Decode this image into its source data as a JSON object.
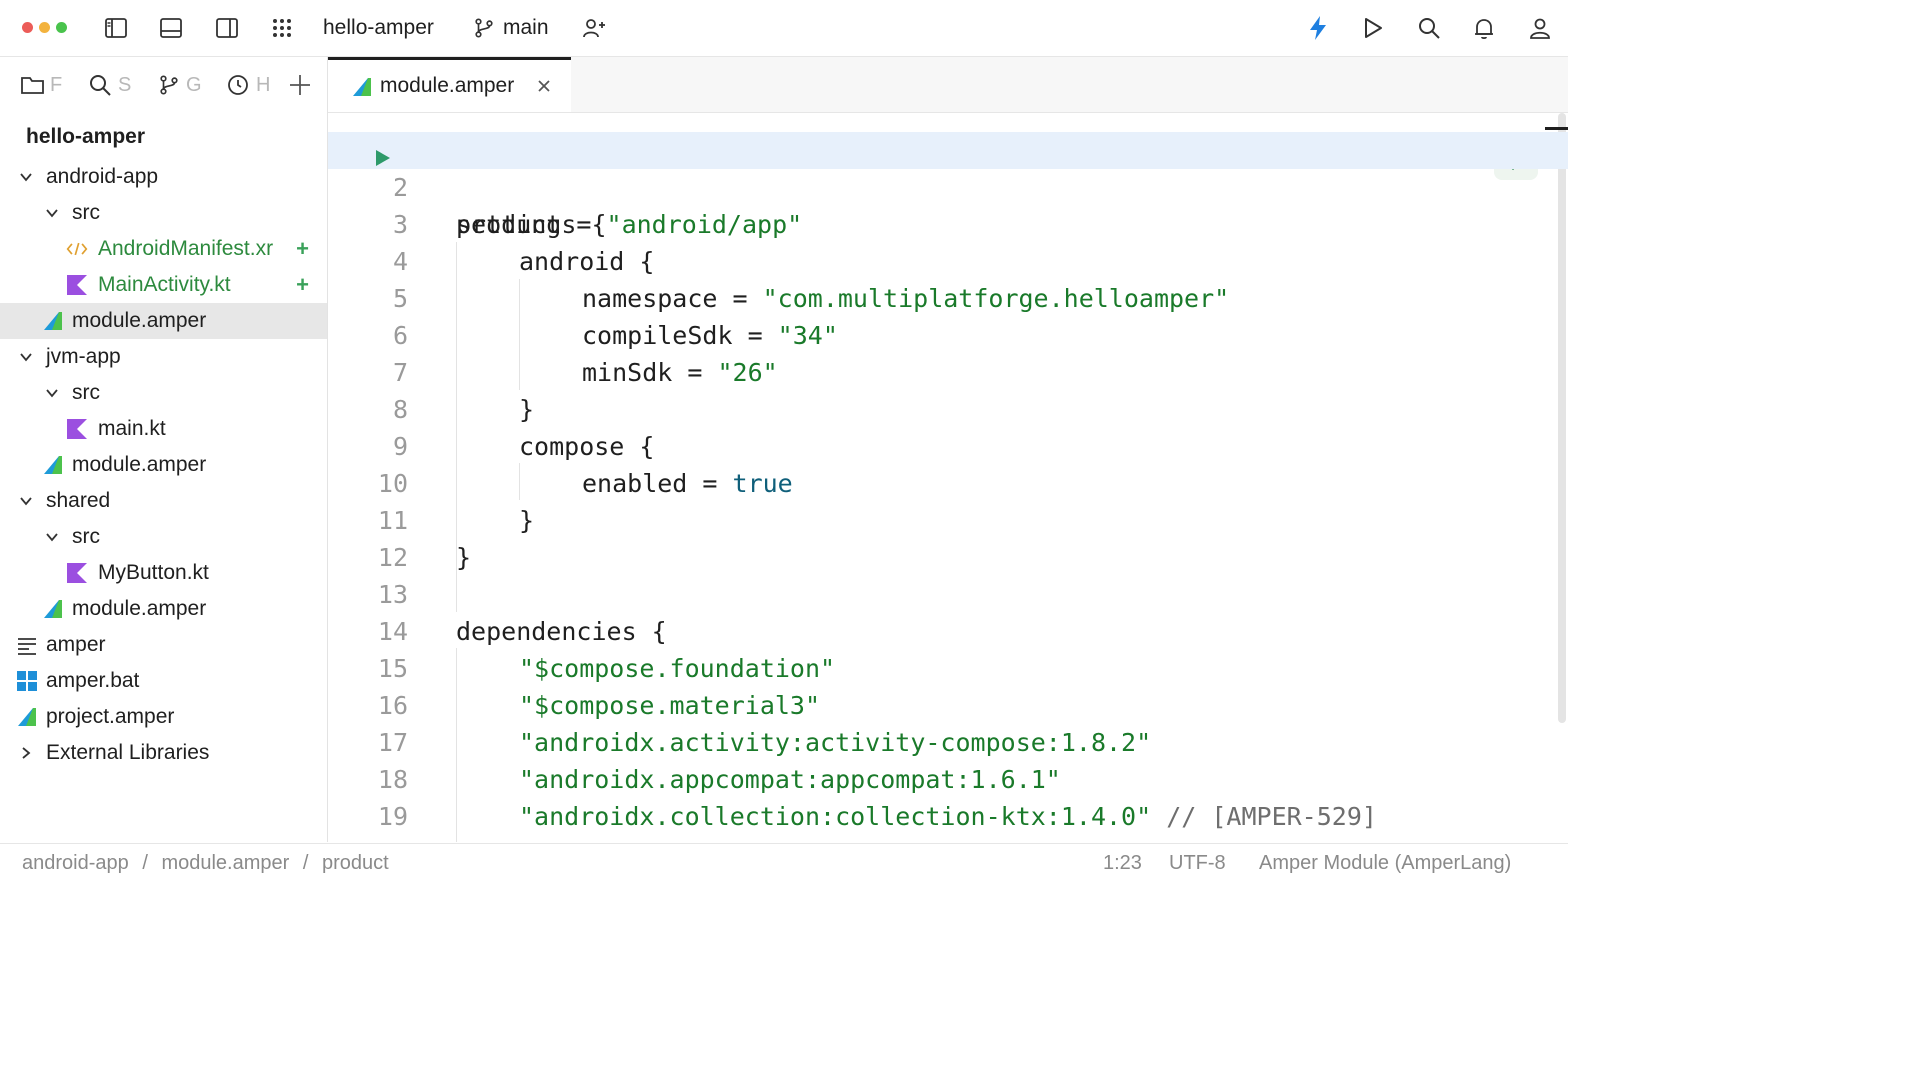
{
  "titlebar": {
    "project_name": "hello-amper",
    "branch": "main",
    "colors": {
      "accent": "#1e7fe0"
    }
  },
  "side_tabs": [
    {
      "label": "F",
      "icon": "folder-icon"
    },
    {
      "label": "S",
      "icon": "search-icon"
    },
    {
      "label": "G",
      "icon": "git-branch-icon"
    },
    {
      "label": "H",
      "icon": "clock-icon"
    }
  ],
  "tree": {
    "root": "hello-amper",
    "items": [
      {
        "label": "android-app",
        "icon": "chevron-down"
      },
      {
        "label": "src",
        "icon": "chevron-down"
      },
      {
        "label": "AndroidManifest.xr",
        "icon": "xml-icon",
        "status": "+"
      },
      {
        "label": "MainActivity.kt",
        "icon": "kotlin-icon",
        "status": "+"
      },
      {
        "label": "module.amper",
        "icon": "amper-icon"
      },
      {
        "label": "jvm-app",
        "icon": "chevron-down"
      },
      {
        "label": "src",
        "icon": "chevron-down"
      },
      {
        "label": "main.kt",
        "icon": "kotlin-icon"
      },
      {
        "label": "module.amper",
        "icon": "amper-icon"
      },
      {
        "label": "shared",
        "icon": "chevron-down"
      },
      {
        "label": "src",
        "icon": "chevron-down"
      },
      {
        "label": "MyButton.kt",
        "icon": "kotlin-icon"
      },
      {
        "label": "module.amper",
        "icon": "amper-icon"
      },
      {
        "label": "amper",
        "icon": "text-file-icon"
      },
      {
        "label": "amper.bat",
        "icon": "windows-icon"
      },
      {
        "label": "project.amper",
        "icon": "amper-icon"
      },
      {
        "label": "External Libraries",
        "icon": "chevron-right"
      }
    ]
  },
  "editor": {
    "tab_label": "module.amper",
    "line_numbers": [
      "2",
      "3",
      "4",
      "5",
      "6",
      "7",
      "8",
      "9",
      "10",
      "11",
      "12",
      "13",
      "14",
      "15",
      "16",
      "17",
      "18",
      "19"
    ],
    "code": {
      "l1a": "product = ",
      "l1b": "\"android/app\"",
      "l3": "settings {",
      "l4": "android {",
      "l5a": "namespace = ",
      "l5b": "\"com.multiplatforge.helloamper\"",
      "l6a": "compileSdk = ",
      "l6b": "\"34\"",
      "l7a": "minSdk = ",
      "l7b": "\"26\"",
      "l8": "}",
      "l9": "compose {",
      "l10a": "enabled = ",
      "l10b": "true",
      "l11": "}",
      "l12": "}",
      "l14": "dependencies {",
      "l15": "\"$compose.foundation\"",
      "l16": "\"$compose.material3\"",
      "l17": "\"androidx.activity:activity-compose:1.8.2\"",
      "l18": "\"androidx.appcompat:appcompat:1.6.1\"",
      "l19a": "\"androidx.collection:collection-ktx:1.4.0\"",
      "l19b": " // [AMPER-529]"
    }
  },
  "statusbar": {
    "breadcrumb": [
      "android-app",
      "module.amper",
      "product"
    ],
    "separator": "/",
    "position": "1:23",
    "encoding": "UTF-8",
    "language": "Amper Module (AmperLang)"
  }
}
